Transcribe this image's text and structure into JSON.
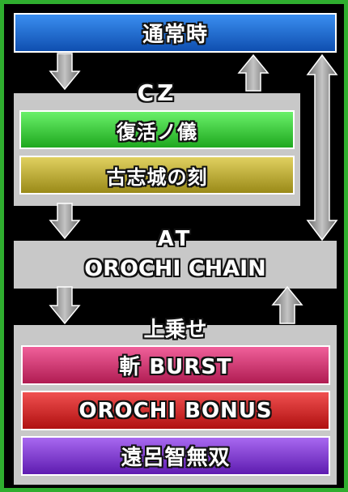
{
  "normal": {
    "label": "通常時"
  },
  "cz": {
    "title": "CZ",
    "items": [
      "復活ノ儀",
      "古志城の刻"
    ]
  },
  "at": {
    "line1": "AT",
    "line2": "OROCHI CHAIN"
  },
  "uwanose": {
    "title": "上乗せ",
    "items": [
      "斬 BURST",
      "OROCHI BONUS",
      "遠呂智無双"
    ]
  },
  "colors": {
    "frame": "#2fae2f",
    "normal": "#1e6fd0",
    "fukkatsu": "#2ecc2e",
    "koshijo": "#b8a82a",
    "zan_burst": "#d0306a",
    "orochi_bonus": "#d42020",
    "musou": "#7a2fcf",
    "panel": "#c8c8c8"
  }
}
